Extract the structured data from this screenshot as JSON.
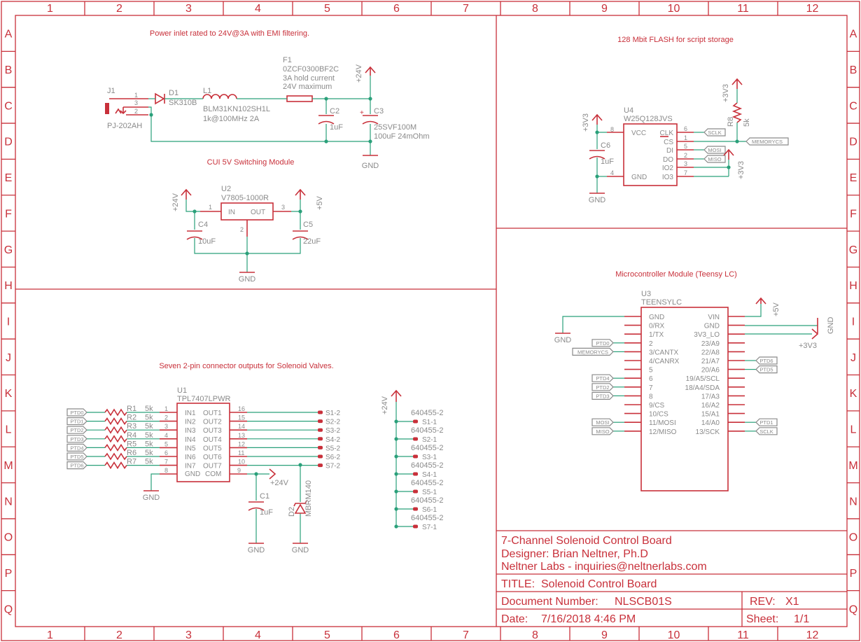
{
  "grid": {
    "columns": [
      "1",
      "2",
      "3",
      "4",
      "5",
      "6",
      "7",
      "8",
      "9",
      "10",
      "11",
      "12"
    ],
    "rows": [
      "A",
      "B",
      "C",
      "D",
      "E",
      "F",
      "G",
      "H",
      "I",
      "J",
      "K",
      "L",
      "M",
      "N",
      "O",
      "P",
      "Q"
    ]
  },
  "notes": {
    "power": "Power inlet rated to 24V@3A with EMI filtering.",
    "flash": "128 Mbit FLASH for script storage",
    "cui": "CUI 5V Switching Module",
    "mcu": "Microcontroller Module (Teensy LC)",
    "outputs": "Seven 2-pin connector outputs for Solenoid Valves."
  },
  "power_section": {
    "j1": "J1",
    "j1_part": "PJ-202AH",
    "j1_pins": [
      "1",
      "3",
      "2"
    ],
    "d1": "D1",
    "d1_part": "SK310B",
    "l1": "L1",
    "l1_part": "BLM31KN102SH1L",
    "l1_spec": "1k@100MHz 2A",
    "f1": "F1",
    "f1_part": "0ZCF0300BF2C",
    "f1_hold": "3A hold current",
    "f1_max": "24V maximum",
    "c2": "C2",
    "c2_val": "1uF",
    "c3": "C3",
    "c3_part": "25SVF100M",
    "c3_spec": "100uF 24mOhm",
    "rail": "+24V",
    "gnd": "GND"
  },
  "regulator": {
    "u2": "U2",
    "u2_part": "V7805-1000R",
    "in": "IN",
    "out": "OUT",
    "pin_in": "1",
    "pin_gnd": "2",
    "pin_out": "3",
    "c4": "C4",
    "c4_val": "10uF",
    "c5": "C5",
    "c5_val": "22uF",
    "v24": "+24V",
    "v5": "+5V",
    "gnd": "GND"
  },
  "flash": {
    "u4": "U4",
    "u4_part": "W25Q128JVS",
    "pins_left": [
      {
        "num": "8",
        "name": "VCC"
      },
      {
        "num": "4",
        "name": "GND"
      }
    ],
    "pins_right": [
      {
        "num": "6",
        "name": "CLK"
      },
      {
        "num": "1",
        "name": "CS"
      },
      {
        "num": "5",
        "name": "DI"
      },
      {
        "num": "2",
        "name": "DO"
      },
      {
        "num": "3",
        "name": "IO2"
      },
      {
        "num": "7",
        "name": "IO3"
      }
    ],
    "c6": "C6",
    "c6_val": "1uF",
    "r8": "R8",
    "r8_val": "5k",
    "v33": "+3V3",
    "gnd": "GND",
    "nets": {
      "sclk": "SCLK",
      "memcs": "MEMORYCS",
      "mosi": "MOSI",
      "miso": "MISO"
    }
  },
  "mcu": {
    "u3": "U3",
    "u3_part": "TEENSYLC",
    "left": [
      "GND",
      "0/RX",
      "1/TX",
      "2",
      "3/CANTX",
      "4/CANRX",
      "5",
      "6",
      "7",
      "8",
      "9/CS",
      "10/CS",
      "11/MOSI",
      "12/MISO"
    ],
    "right": [
      "VIN",
      "GND",
      "3V3_LO",
      "23/A9",
      "22/A8",
      "21/A7",
      "20/A6",
      "19/A5/SCL",
      "18/A4/SDA",
      "17/A3",
      "16/A2",
      "15/A1",
      "14/A0",
      "13/SCK"
    ],
    "nets_left": {
      "ptd0": "PTD0",
      "memcs": "MEMORYCS",
      "ptd4": "PTD4",
      "ptd2": "PTD2",
      "ptd3": "PTD3",
      "mosi": "MOSI",
      "miso": "MISO"
    },
    "nets_right": {
      "ptd6": "PTD6",
      "ptd5": "PTD5",
      "ptd1": "PTD1",
      "sclk": "SCLK"
    },
    "v5": "+5V",
    "gnd": "GND",
    "v33": "+3V3",
    "gnd2": "GND"
  },
  "driver": {
    "u1": "U1",
    "u1_part": "TPL7407LPWR",
    "inputs": [
      {
        "net": "PTD0",
        "res": "R1",
        "val": "5k",
        "pin": "1",
        "name": "IN1"
      },
      {
        "net": "PTD1",
        "res": "R2",
        "val": "5k",
        "pin": "2",
        "name": "IN2"
      },
      {
        "net": "PTD2",
        "res": "R3",
        "val": "5k",
        "pin": "3",
        "name": "IN3"
      },
      {
        "net": "PTD3",
        "res": "R4",
        "val": "5k",
        "pin": "4",
        "name": "IN4"
      },
      {
        "net": "PTD4",
        "res": "R5",
        "val": "5k",
        "pin": "5",
        "name": "IN5"
      },
      {
        "net": "PTD5",
        "res": "R6",
        "val": "5k",
        "pin": "6",
        "name": "IN6"
      },
      {
        "net": "PTD6",
        "res": "R7",
        "val": "5k",
        "pin": "7",
        "name": "IN7"
      }
    ],
    "outputs": [
      {
        "pin": "16",
        "name": "OUT1",
        "net": "S1-2"
      },
      {
        "pin": "15",
        "name": "OUT2",
        "net": "S2-2"
      },
      {
        "pin": "14",
        "name": "OUT3",
        "net": "S3-2"
      },
      {
        "pin": "13",
        "name": "OUT4",
        "net": "S4-2"
      },
      {
        "pin": "12",
        "name": "OUT5",
        "net": "S5-2"
      },
      {
        "pin": "11",
        "name": "OUT6",
        "net": "S6-2"
      },
      {
        "pin": "10",
        "name": "OUT7",
        "net": "S7-2"
      }
    ],
    "gnd_name": "GND",
    "com_name": "COM",
    "pin_gnd": "8",
    "pin_com": "9",
    "c1": "C1",
    "c1_val": "1uF",
    "d2": "D2",
    "d2_part": "MBRM140",
    "v24": "+24V",
    "gnd": "GND"
  },
  "connectors": {
    "rail": "+24V",
    "items": [
      {
        "part": "640455-2",
        "net": "S1-1"
      },
      {
        "part": "640455-2",
        "net": "S2-1"
      },
      {
        "part": "640455-2",
        "net": "S3-1"
      },
      {
        "part": "640455-2",
        "net": "S4-1"
      },
      {
        "part": "640455-2",
        "net": "S5-1"
      },
      {
        "part": "640455-2",
        "net": "S6-1"
      },
      {
        "part": "640455-2",
        "net": "S7-1"
      }
    ]
  },
  "title_block": {
    "board": "7-Channel Solenoid Control Board",
    "designer": "Designer: Brian Neltner, Ph.D",
    "company": "Neltner Labs - inquiries@neltnerlabs.com",
    "title_label": "TITLE:",
    "title": "Solenoid Control Board",
    "docnum_label": "Document Number:",
    "docnum": "NLSCB01S",
    "rev_label": "REV:",
    "rev": "X1",
    "date_label": "Date:",
    "date": "7/16/2018 4:46 PM",
    "sheet_label": "Sheet:",
    "sheet": "1/1"
  }
}
